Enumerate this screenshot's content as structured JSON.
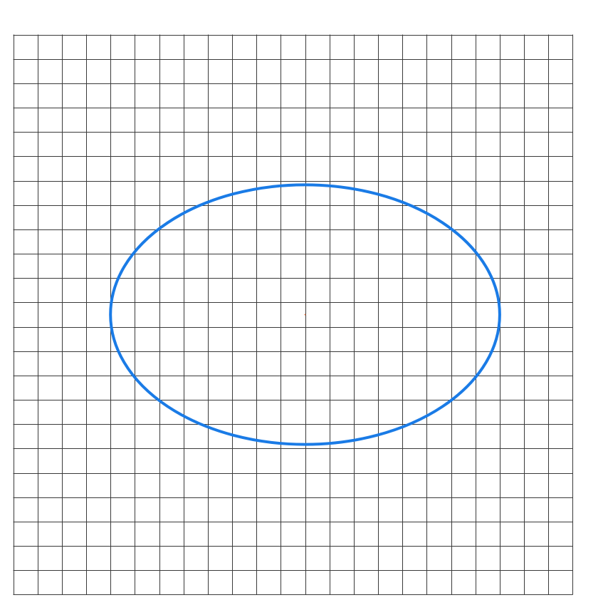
{
  "grid": {
    "columns": 23,
    "rows": 23,
    "line_color": "#3a3a3a"
  },
  "ellipse": {
    "stroke_color": "#1a7be6",
    "center_cells": [
      12,
      11.5
    ],
    "semi_axis_x_cells": 8,
    "semi_axis_y_cells": 5.33
  },
  "center_marker": {
    "color": "#e07040"
  }
}
